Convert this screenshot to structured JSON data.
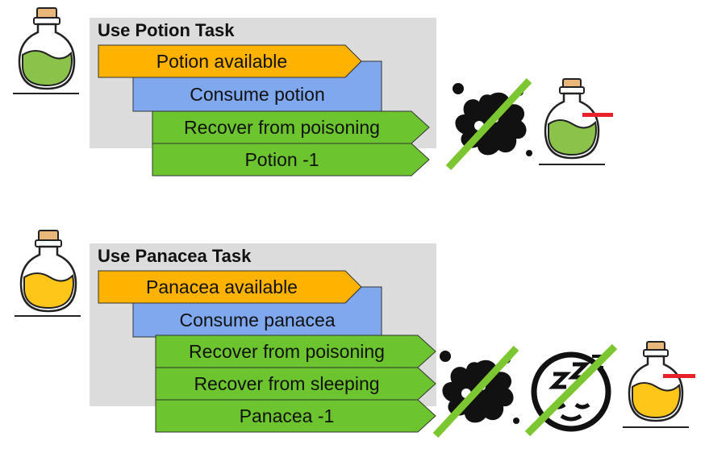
{
  "colors": {
    "condition": "#FFB300",
    "action_blue": "#7FA8EE",
    "effect_green": "#6CC42E",
    "panel": "#DCDCDC",
    "strike": "#7CC631",
    "minus": "#E8202A",
    "potion_liquid": "#8BC34A",
    "panacea_liquid": "#FFC61A"
  },
  "tasks": [
    {
      "title": "Use Potion Task",
      "condition": "Potion available",
      "action": "Consume potion",
      "effects": [
        "Recover from poisoning",
        "Potion -1"
      ],
      "bottle_icon": "green-potion-icon",
      "status_icons": [
        "poison-splat-crossed-icon",
        "green-potion-minus-icon"
      ]
    },
    {
      "title": "Use Panacea Task",
      "condition": "Panacea available",
      "action": "Consume panacea",
      "effects": [
        "Recover from poisoning",
        "Recover from sleeping",
        "Panacea -1"
      ],
      "bottle_icon": "yellow-panacea-icon",
      "status_icons": [
        "poison-splat-crossed-icon",
        "sleep-face-crossed-icon",
        "yellow-panacea-minus-icon"
      ]
    }
  ]
}
